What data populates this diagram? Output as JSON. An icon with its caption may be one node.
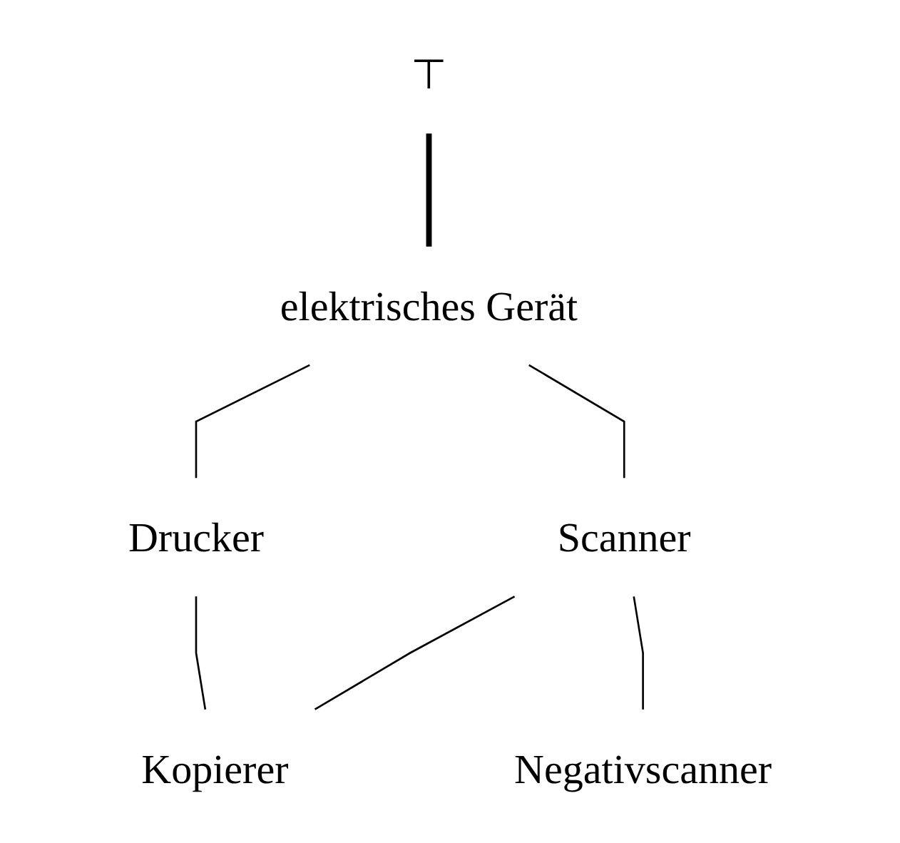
{
  "diagram": {
    "nodes": [
      {
        "text": [
          "⊤"
        ]
      },
      {
        "text": [
          "elektrisches Gerät"
        ]
      },
      {
        "text": [
          "Drucker"
        ]
      },
      {
        "text": [
          "Scanner"
        ]
      },
      {
        "text": [
          "Kopierer"
        ]
      },
      {
        "text": [
          "Negativscanner"
        ]
      }
    ],
    "edges": [
      {
        "from": 0,
        "to": 1,
        "arrow": "none",
        "style": "thick"
      },
      {
        "from": 1,
        "to": 2,
        "arrow": "none"
      },
      {
        "from": 1,
        "to": 3,
        "arrow": "none"
      },
      {
        "from": 2,
        "to": 4,
        "arrow": "none"
      },
      {
        "from": 3,
        "to": 4,
        "arrow": "none"
      },
      {
        "from": 3,
        "to": 5,
        "arrow": "none"
      }
    ]
  }
}
